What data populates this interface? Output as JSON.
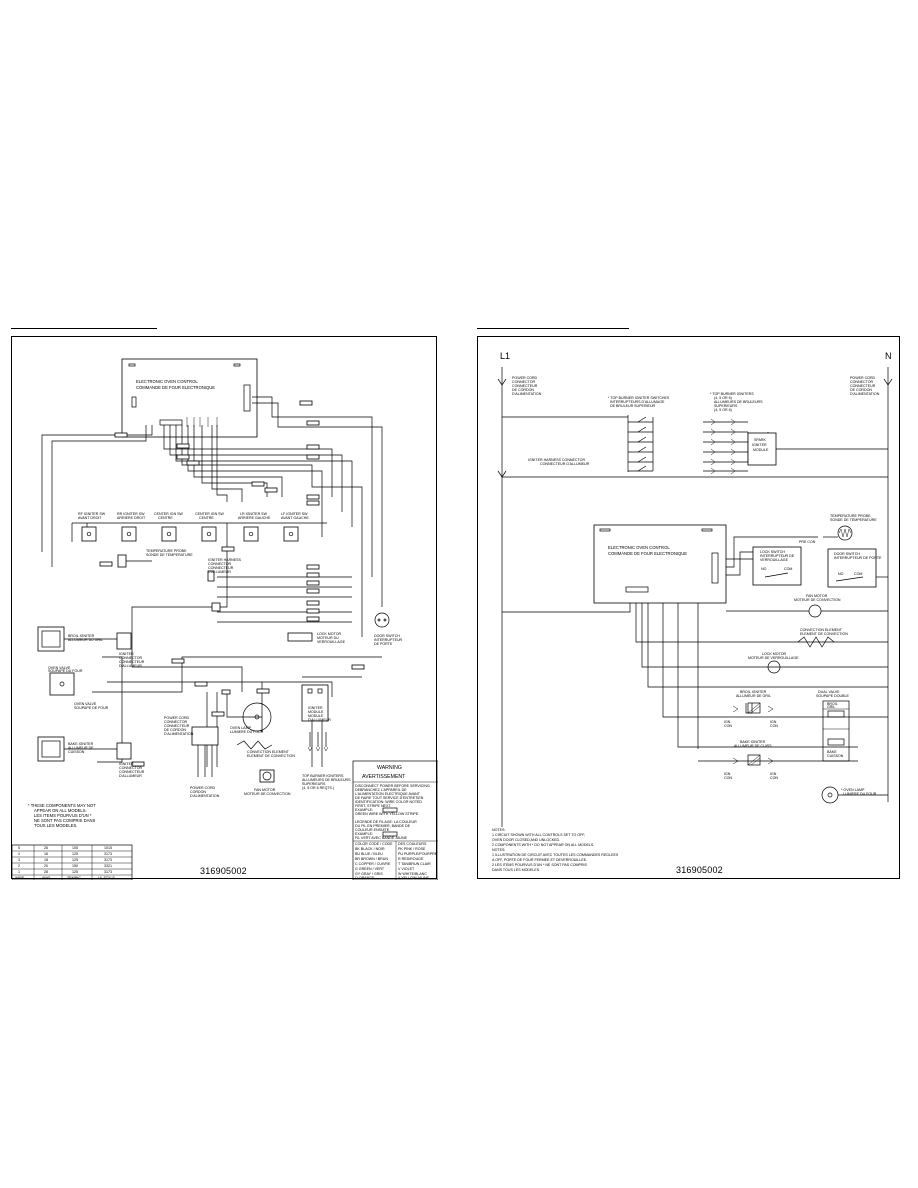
{
  "left": {
    "oven_control": [
      "ELECTRONIC OVEN CONTROL",
      "COMMANDE DE FOUR ELECTRONIQUE"
    ],
    "igniters": [
      [
        "RF IGNITER SW",
        "AVANT DROIT"
      ],
      [
        "RR IGNITER SW",
        "ARRIERE DROIT"
      ],
      [
        "CENTER IGN SW",
        "CENTRE"
      ],
      [
        "CENTER IGN SW",
        "CENTRE"
      ],
      [
        "LR IGNITER SW",
        "ARRIERE GAUCHE"
      ],
      [
        "LF IGNITER SW",
        "AVANT GAUCHE"
      ]
    ],
    "temp_probe": [
      "TEMPERATURE PROBE",
      "SONDE DE TEMPERATURE"
    ],
    "igniter_harness": [
      "IGNITER HARNESS",
      "CONNECTOR",
      "CONNECTEUR",
      "D'ALLUMEUR"
    ],
    "broil_igniter": [
      "BROIL IGNITER",
      "ALLUMEUR DU GRIL"
    ],
    "oven_valve": [
      "OVEN VALVE",
      "SOUPAPE DU FOUR"
    ],
    "oven_valve_2": [
      "OVEN VALVE",
      "SOUPAPE DE FOUR"
    ],
    "bake_igniter": [
      "BAKE IGNITER",
      "ALLUMEUR DE",
      "CUISSON"
    ],
    "igniter_conn": [
      "IGNITER",
      "CONNECTOR",
      "CONNECTEUR",
      "D'ALLUMEUR"
    ],
    "lock_motor": [
      "LOCK MOTOR",
      "MOTEUR DU",
      "VERROUILLAGE"
    ],
    "door_switch": [
      "DOOR SWITCH",
      "INTERRUPTEUR",
      "DE PORTE"
    ],
    "power_cord_conn": [
      "POWER CORD",
      "CONNECTOR",
      "CONNECTEUR",
      "DE CORDON",
      "D'ALIMENTATION"
    ],
    "power_cord": [
      "POWER CORD",
      "CORDON",
      "D'ALIMENTATION"
    ],
    "oven_lamp": [
      "OVEN LAMP",
      "LUMIERE DU FOUR"
    ],
    "convection_element": [
      "CONVECTION ELEMENT",
      "ELEMENT DE CONVECTION"
    ],
    "igniter_module": [
      "IGNITER",
      "MODULE",
      "MODULE",
      "D'ALLUMEUR"
    ],
    "fan_motor": [
      "FAN MOTOR",
      "MOTEUR DE CONVECTION"
    ],
    "top_burner_igniters": [
      "TOP BURNER IGNITERS",
      "ALLUMEURS DE BRULEURS",
      "SUPERIEURS",
      "(4, 5 OR 6 REQTS.)"
    ],
    "note": [
      "* THESE COMPONENTS MAY NOT",
      "APPEAR ON ALL MODELS.",
      "LES ITEMS POURVUS D'UN *",
      "NE SONT PAS COMPRIS DANS",
      "TOUS LES MODELES."
    ],
    "wire_table": {
      "rows": [
        [
          "5",
          "26",
          "105",
          "1015"
        ],
        [
          "4",
          "16",
          "125",
          "3173"
        ],
        [
          "3",
          "18",
          "125",
          "3173"
        ],
        [
          "2",
          "20",
          "150",
          "3321"
        ],
        [
          "1",
          "28",
          "125",
          "3173"
        ]
      ],
      "footer": [
        "WIRE",
        "AWG",
        "TEMP*C",
        "UL STYLE"
      ]
    },
    "warning": {
      "title": "WARNING",
      "title_fr": "AVERTISSEMENT",
      "lines": [
        "DISCONNECT POWER BEFORE SERVICING",
        "DEBRANCHEZ L'APPAREIL DE",
        "L'ALIMENTATION ELECTRIQUE AVANT",
        "DE FAIRE TOUT SERVICE D'ENTRETIEN",
        "IDENTIFICATION: WIRE COLOR NOTED",
        "FIRST, STRIPE NEXT.",
        "EXAMPLE:",
        "GREEN WIRE WITH YELLOW STRIPE.",
        "",
        "LEGENDE DE FILAGE: LA COULEUR",
        "DU FIL EN PREMIER, BANDE DE",
        "COULEUR ENSUITE.",
        "EXAMPLE:",
        "FIL VERT AVEC BANDE JAUNE"
      ],
      "colors": [
        [
          "COLOR CODE / CODE",
          "DES COULEURS"
        ],
        [
          "BK BLACK / NOIR",
          "PK PINK / ROSE"
        ],
        [
          "BU BLUE / BLEU",
          "PU PURPLE/POURPRE"
        ],
        [
          "BR BROWN / BRUN",
          "R RED/ROUGE"
        ],
        [
          "C COPPER / CUIVRE",
          "T TAN/BRUN CLAIR"
        ],
        [
          "G GREEN / VERT",
          "V VIOLET"
        ],
        [
          "GY GRAY / GRIS",
          "W WHITE/BLANC"
        ],
        [
          "O ORANGE",
          "Y YELLOW/JAUNE"
        ]
      ]
    },
    "part_number": "316905002"
  },
  "right": {
    "L1": "L1",
    "N": "N",
    "power_cord_l1": [
      "POWER CORD",
      "CONNECTOR",
      "CONNECTEUR",
      "DE CORDON",
      "D'ALIMENTATION"
    ],
    "power_cord_n": [
      "POWER CORD",
      "CONNECTOR",
      "CONNECTEUR",
      "DE CORDON",
      "D'ALIMENTATION"
    ],
    "top_burner_switches": [
      "* TOP BURNER IGNITER SWITCHES",
      "INTERRUPTEURS D'ALLUMAGE",
      "DE BRULEUR SUPERIEUR"
    ],
    "top_burner_igniters": [
      "* TOP BURNER IGNITERS",
      "(4, 5 OR 6)",
      "ALLUMEURS DE BRULEURS",
      "SUPERIEURS",
      "(4, 5 OR 6)"
    ],
    "spark_module": [
      "SPARK",
      "IGNITER",
      "MODULE"
    ],
    "harness": [
      "IGNITER HARNESS CONNECTOR",
      "CONNECTEUR D'ALLUMEUR"
    ],
    "oven_control": [
      "ELECTRONIC OVEN CONTROL",
      "COMMANDE DE FOUR ELECTRONIQUE"
    ],
    "temp_probe": [
      "TEMPERATURE PROBE",
      "SONDE DE TEMPERATURE"
    ],
    "pre_con": "PRE CON",
    "lock_switch": [
      "LOCK SWITCH",
      "INTERRUPTEUR DE",
      "VERROUILLAGE"
    ],
    "door_switch": [
      "DOOR SWITCH",
      "INTERRUPTEUR DE PORTE"
    ],
    "no": "NO",
    "com": "COM",
    "fan_motor": [
      "FAN MOTOR",
      "MOTEUR DE CONVECTION"
    ],
    "convection_element": [
      "CONVECTION ELEMENT",
      "ELEMENT DE CONVECTION"
    ],
    "lock_motor": [
      "LOCK MOTOR",
      "MOTEUR DE VERROUILLAGE"
    ],
    "broil_igniter": [
      "BROIL IGNITER",
      "ALLUMEUR DE GRIL"
    ],
    "bake_igniter": [
      "BAKE IGNITER",
      "ALLUMEUR DE CUISS."
    ],
    "dual_valve": [
      "DUAL VALVE",
      "SOUPAPE DOUBLE"
    ],
    "broil_gril": [
      "BROIL",
      "GRIL"
    ],
    "bake_cuisson": [
      "BAKE",
      "CUISSON"
    ],
    "ign_con": [
      "IGN",
      "CON"
    ],
    "oven_lamp": [
      "* OVEN LAMP",
      "LUMIERE DU FOUR"
    ],
    "notes": [
      "NOTES:",
      "  1  CIRCUIT SHOWN WITH ALL CONTROLS SET TO OFF,",
      "      OVEN DOOR CLOSED AND UNLOCKED.",
      "  2  COMPONENTS WITH * DO NOT APPEAR ON ALL MODELS.",
      "NOTES:",
      "  1  ILLUSTRATION DE CIRCUIT AVEC TOUTES LES COMMANDES REGLEES",
      "      A OFF, PORTE DE FOUR FERMEE ET DEVERROUILLEE.",
      "  2  LES ITEMS POURVUS D'UN * NE SONT PAS COMPRIS",
      "      DANS TOUS LES MODELES."
    ],
    "part_number": "316905002"
  }
}
